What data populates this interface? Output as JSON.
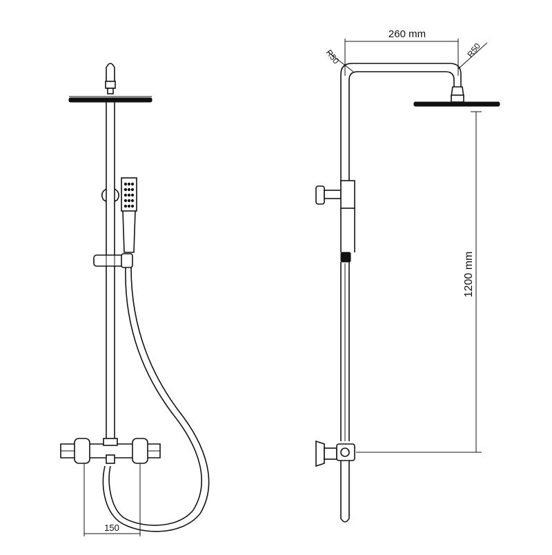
{
  "dimensions": {
    "width_label": "260 mm",
    "height_label": "1200 mm",
    "base_label": "150",
    "radius_left_label": "R50",
    "radius_right_label": "R50"
  },
  "colors": {
    "line": "#111111",
    "background": "#ffffff"
  }
}
